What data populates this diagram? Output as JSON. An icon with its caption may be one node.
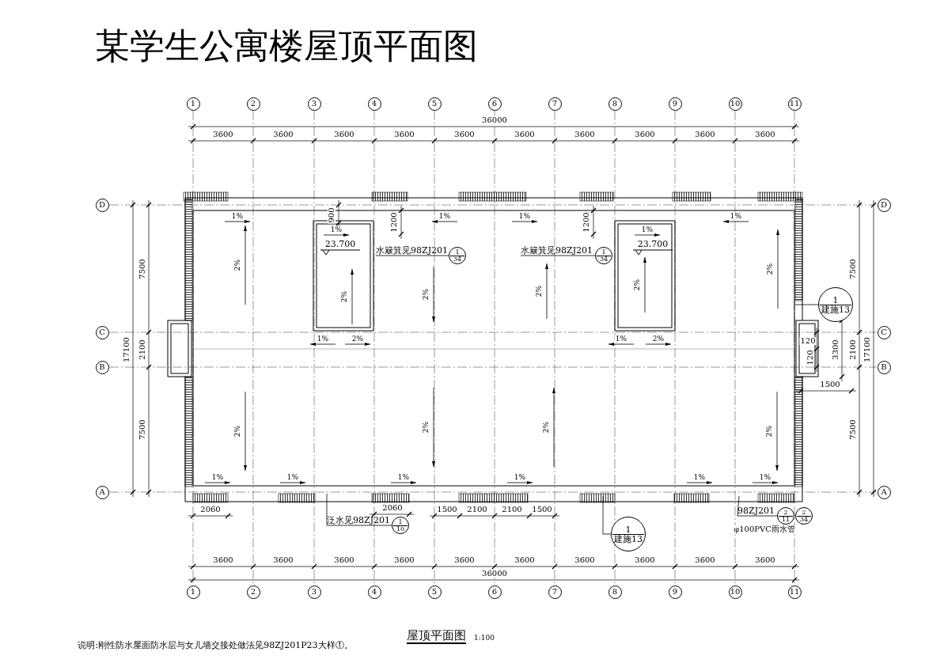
{
  "diagram": {
    "title": "某学生公寓楼屋顶平面图",
    "caption": "屋顶平面图",
    "nodes": [
      {
        "text": [
          "1"
        ]
      },
      {
        "text": [
          "2"
        ]
      },
      {
        "text": [
          "3"
        ]
      },
      {
        "text": [
          "4"
        ]
      },
      {
        "text": [
          "5"
        ]
      },
      {
        "text": [
          "6"
        ]
      },
      {
        "text": [
          "7"
        ]
      },
      {
        "text": [
          "8"
        ]
      },
      {
        "text": [
          "9"
        ]
      },
      {
        "text": [
          "10"
        ]
      },
      {
        "text": [
          "11"
        ]
      },
      {
        "text": [
          "D"
        ]
      },
      {
        "text": [
          "D"
        ]
      },
      {
        "text": [
          "水簸箕见98ZJ201"
        ]
      },
      {
        "text": [
          "1",
          "34"
        ]
      },
      {
        "text": [
          "水簸箕见98ZJ201"
        ]
      },
      {
        "text": [
          "1",
          "34"
        ]
      },
      {
        "text": [
          "1",
          "建施13"
        ]
      },
      {
        "text": [
          "C"
        ]
      },
      {
        "text": [
          "C"
        ]
      },
      {
        "text": [
          "B"
        ]
      },
      {
        "text": [
          "B"
        ]
      },
      {
        "text": [
          "A"
        ]
      },
      {
        "text": [
          "A"
        ]
      },
      {
        "text": [
          "泛水见98ZJ201"
        ]
      },
      {
        "text": [
          "1",
          "10"
        ]
      },
      {
        "text": [
          "1",
          "建施13"
        ]
      },
      {
        "text": [
          "98ZJ201"
        ]
      },
      {
        "text": [
          "2",
          "11"
        ]
      },
      {
        "text": [
          "2",
          "34"
        ]
      },
      {
        "text": [
          "1"
        ]
      },
      {
        "text": [
          "2"
        ]
      },
      {
        "text": [
          "3"
        ]
      },
      {
        "text": [
          "4"
        ]
      },
      {
        "text": [
          "5"
        ]
      },
      {
        "text": [
          "6"
        ]
      },
      {
        "text": [
          "7"
        ]
      },
      {
        "text": [
          "8"
        ]
      },
      {
        "text": [
          "9"
        ]
      },
      {
        "text": [
          "10"
        ]
      },
      {
        "text": [
          "11"
        ]
      }
    ],
    "edges": [
      {
        "from": 13,
        "to": 14,
        "arrow": "none"
      },
      {
        "from": 15,
        "to": 16,
        "arrow": "none"
      },
      {
        "from": 17,
        "to": null,
        "arrow": "none"
      },
      {
        "from": 24,
        "to": 25,
        "arrow": "none"
      },
      {
        "from": 24,
        "to": null,
        "arrow": "none"
      },
      {
        "from": 26,
        "to": null,
        "arrow": "none"
      },
      {
        "from": 27,
        "to": 28,
        "arrow": "none"
      },
      {
        "from": 27,
        "to": null,
        "arrow": "none"
      }
    ],
    "labels": [
      "36000",
      "3600",
      "3600",
      "3600",
      "3600",
      "3600",
      "3600",
      "3600",
      "3600",
      "3600",
      "3600",
      "1%",
      "900",
      "1200",
      "1%",
      "1%",
      "1200",
      "1%",
      "1%",
      "1%",
      "23.700",
      "23.700",
      "2%",
      "2%",
      "2%",
      "2%",
      "2%",
      "2%",
      "7500",
      "7500",
      "1%",
      "2%",
      "1%",
      "2%",
      "17100",
      "2100",
      "120",
      "3300",
      "2100",
      "17100",
      "120",
      "1500",
      "2%",
      "2%",
      "2%",
      "2%",
      "7500",
      "7500",
      "1%",
      "1%",
      "1%",
      "1%",
      "1%",
      "1%",
      "2060",
      "2060",
      "1500",
      "2100",
      "2100",
      "1500",
      "φ100PVC雨水管",
      "3600",
      "3600",
      "3600",
      "3600",
      "3600",
      "3600",
      "3600",
      "3600",
      "3600",
      "3600",
      "36000",
      "1:100",
      "说明:刚性防水屋面防水层与女儿墙交接处做法见98ZJ201P23大样①。"
    ]
  }
}
